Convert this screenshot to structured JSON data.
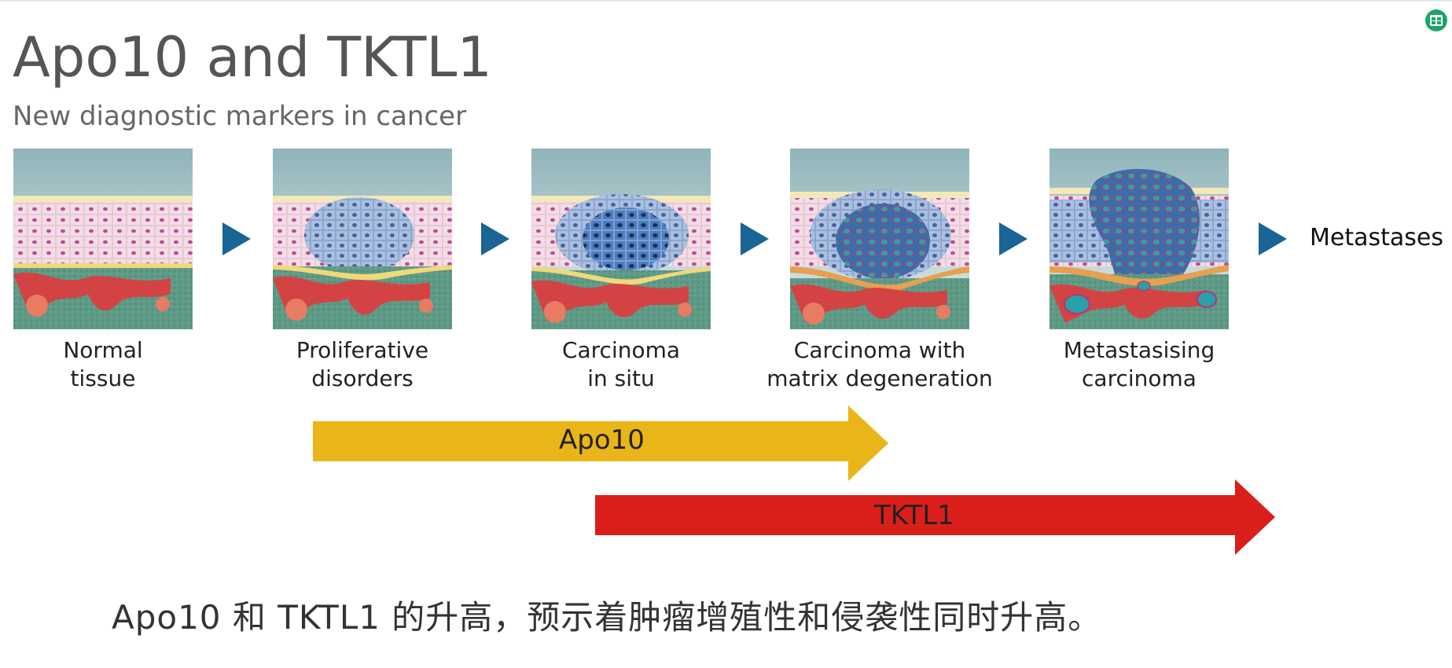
{
  "title": "Apo10 and TKTL1",
  "subtitle": "New diagnostic markers in cancer",
  "stages": [
    {
      "line1": "Normal",
      "line2": "tissue"
    },
    {
      "line1": "Proliferative",
      "line2": "disorders"
    },
    {
      "line1": "Carcinoma",
      "line2": "in situ"
    },
    {
      "line1": "Carcinoma with",
      "line2": "matrix degeneration"
    },
    {
      "line1": "Metastasising",
      "line2": "carcinoma"
    }
  ],
  "final_stage": "Metastases",
  "markers": [
    {
      "label": "Apo10",
      "color": "#eab518"
    },
    {
      "label": "TKTL1",
      "color": "#da1f1b"
    }
  ],
  "footer_text": "Apo10 和 TKTL1 的升高，预示着肿瘤增殖性和侵袭性同时升高。",
  "colors": {
    "arrow": "#1a6496",
    "title": "#555555",
    "badge": "#1aa56a"
  },
  "icons": {
    "badge": "grid-icon",
    "stage_arrow": "triangle-right-icon"
  }
}
